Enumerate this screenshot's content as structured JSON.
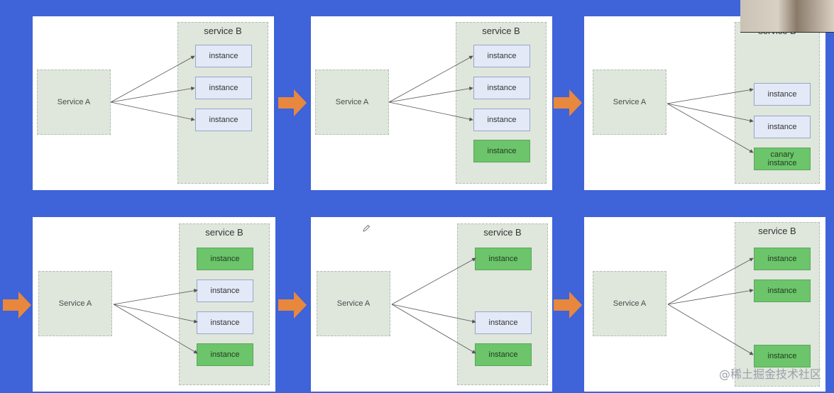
{
  "diagram": {
    "service_a_label": "Service A",
    "service_b_label": "service B",
    "colors": {
      "background": "#3f63d8",
      "panel": "#ffffff",
      "group_fill": "#dfe6dc",
      "instance_fill": "#e3e9f7",
      "new_instance_fill": "#6cc46b",
      "flow_arrow": "#e8873e"
    },
    "panels": [
      {
        "instances": [
          {
            "label": "instance",
            "kind": "old",
            "linked": true
          },
          {
            "label": "instance",
            "kind": "old",
            "linked": true
          },
          {
            "label": "instance",
            "kind": "old",
            "linked": true
          }
        ]
      },
      {
        "instances": [
          {
            "label": "instance",
            "kind": "old",
            "linked": true
          },
          {
            "label": "instance",
            "kind": "old",
            "linked": true
          },
          {
            "label": "instance",
            "kind": "old",
            "linked": true
          },
          {
            "label": "instance",
            "kind": "new",
            "linked": false
          }
        ]
      },
      {
        "instances": [
          {
            "label": "instance",
            "kind": "old",
            "linked": true
          },
          {
            "label": "instance",
            "kind": "old",
            "linked": true
          },
          {
            "label": "canary instance",
            "kind": "new",
            "linked": true
          }
        ]
      },
      {
        "instances": [
          {
            "label": "instance",
            "kind": "new",
            "linked": false
          },
          {
            "label": "instance",
            "kind": "old",
            "linked": true
          },
          {
            "label": "instance",
            "kind": "old",
            "linked": true
          },
          {
            "label": "instance",
            "kind": "new",
            "linked": true
          }
        ]
      },
      {
        "instances": [
          {
            "label": "instance",
            "kind": "new",
            "linked": true
          },
          {
            "label": "instance",
            "kind": "old",
            "linked": true
          },
          {
            "label": "instance",
            "kind": "new",
            "linked": true
          }
        ]
      },
      {
        "instances": [
          {
            "label": "instance",
            "kind": "new",
            "linked": true
          },
          {
            "label": "instance",
            "kind": "new",
            "linked": true
          },
          {
            "label": "instance",
            "kind": "new",
            "linked": true
          }
        ]
      }
    ]
  },
  "watermark": "@稀土掘金技术社区",
  "flow_arrow_icon": "right-arrow-icon",
  "annotation_icon": "pencil-icon"
}
